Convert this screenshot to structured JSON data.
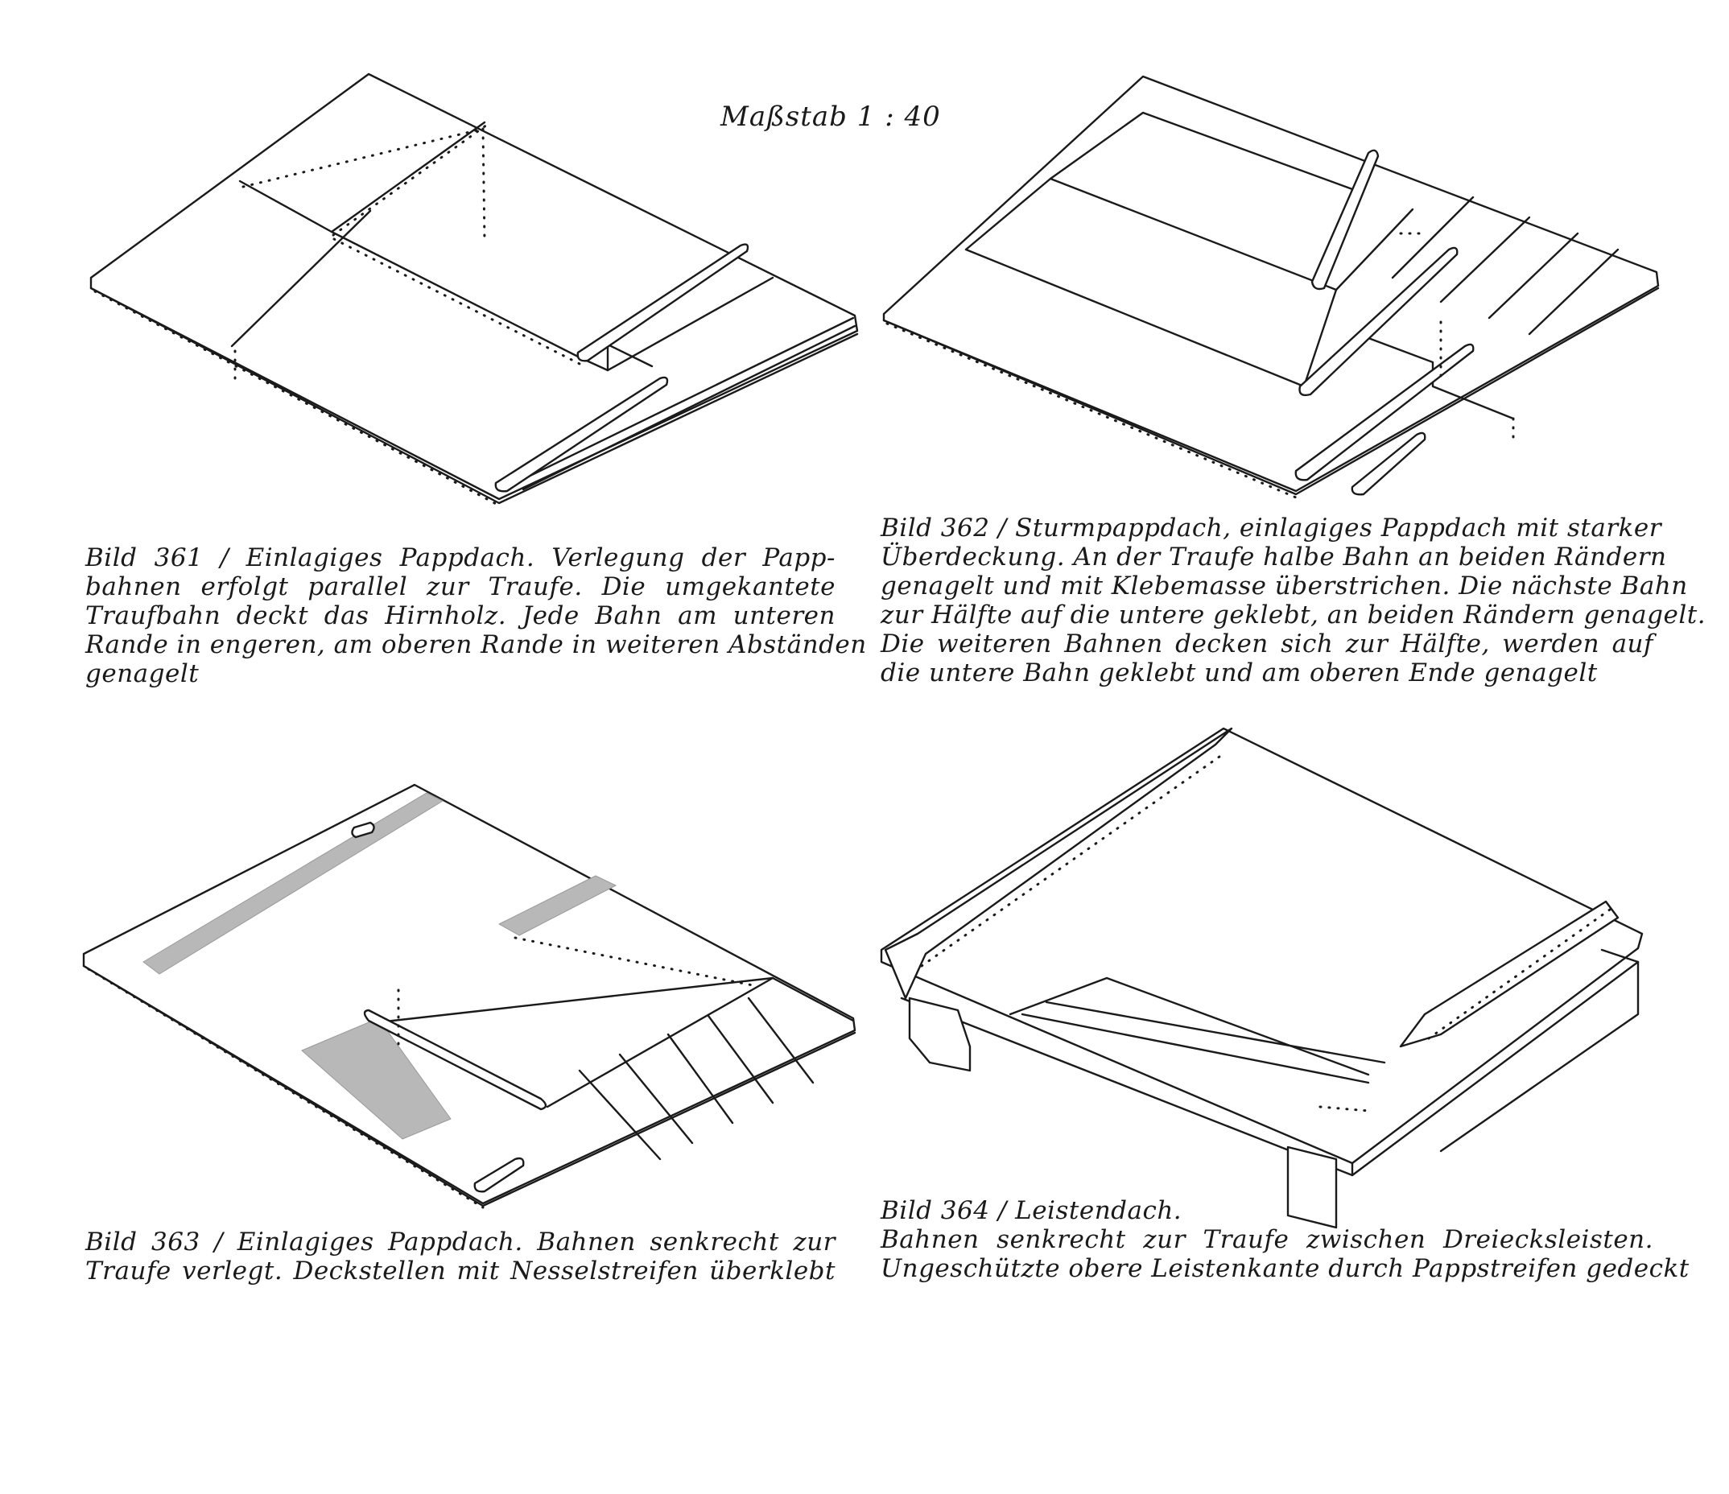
{
  "scale_label": "Maßstab 1 : 40",
  "figures": [
    {
      "id": "361",
      "caption_lines": [
        "Bild 361 / Einlagiges Pappdach. Verlegung der Papp-",
        "bahnen erfolgt parallel zur Traufe. Die umgekantete",
        "Traufbahn deckt das Hirnholz. Jede Bahn am unteren",
        "Rande in engeren, am oberen Rande in weiteren Abständen",
        "genagelt"
      ]
    },
    {
      "id": "362",
      "caption_lines": [
        "Bild 362 / Sturmpappdach, einlagiges Pappdach mit starker",
        "Überdeckung. An der Traufe halbe Bahn an beiden Rändern",
        "genagelt und mit Klebemasse überstrichen. Die nächste Bahn",
        "zur Hälfte auf die untere geklebt, an beiden Rändern genagelt.",
        "Die weiteren Bahnen decken sich zur Hälfte, werden auf",
        "die untere Bahn geklebt und am oberen Ende genagelt"
      ]
    },
    {
      "id": "363",
      "caption_lines": [
        "Bild 363 / Einlagiges Pappdach. Bahnen senkrecht zur",
        "Traufe verlegt. Deckstellen mit Nesselstreifen überklebt"
      ]
    },
    {
      "id": "364",
      "caption_lines": [
        "Bild 364 / Leistendach.",
        "Bahnen senkrecht zur Traufe zwischen Dreiecksleisten.",
        "Ungeschützte obere Leistenkante durch Pappstreifen gedeckt"
      ]
    }
  ],
  "colors": {
    "ink": "#1a1a1a",
    "strip": "#b8b8b8",
    "paper": "#ffffff"
  }
}
